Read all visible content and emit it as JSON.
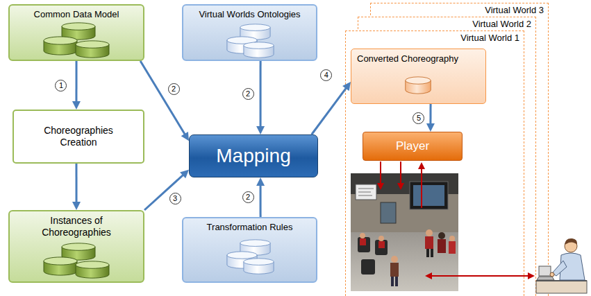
{
  "diagram": {
    "nodes": [
      {
        "text": [
          "Common Data Model"
        ]
      },
      {
        "text": [
          "Virtual Worlds Ontologies"
        ]
      },
      {
        "text": [
          "Virtual World 3"
        ]
      },
      {
        "text": [
          "Virtual World 2"
        ]
      },
      {
        "text": [
          "Virtual World 1"
        ]
      },
      {
        "text": [
          "Converted Choreography"
        ],
        "in": 4
      },
      {
        "text": [
          "Choreographies Creation"
        ]
      },
      {
        "text": [
          "Mapping"
        ]
      },
      {
        "text": [
          "Player"
        ],
        "in": 4
      },
      {
        "text": [
          "Instances of Choreographies"
        ]
      },
      {
        "text": [
          "Transformation Rules"
        ]
      }
    ],
    "edges": [
      {
        "from": 0,
        "to": 6,
        "label": "1",
        "arrow": "to"
      },
      {
        "from": 6,
        "to": 9,
        "arrow": "to"
      },
      {
        "from": 0,
        "to": 7,
        "label": "2",
        "arrow": "to"
      },
      {
        "from": 1,
        "to": 7,
        "label": "2",
        "arrow": "to"
      },
      {
        "from": 9,
        "to": 7,
        "label": "3",
        "arrow": "to"
      },
      {
        "from": 10,
        "to": 7,
        "label": "2",
        "arrow": "to"
      },
      {
        "from": 7,
        "to": 5,
        "label": "4",
        "arrow": "to"
      },
      {
        "from": 5,
        "to": 8,
        "label": "5",
        "arrow": "to"
      }
    ]
  }
}
